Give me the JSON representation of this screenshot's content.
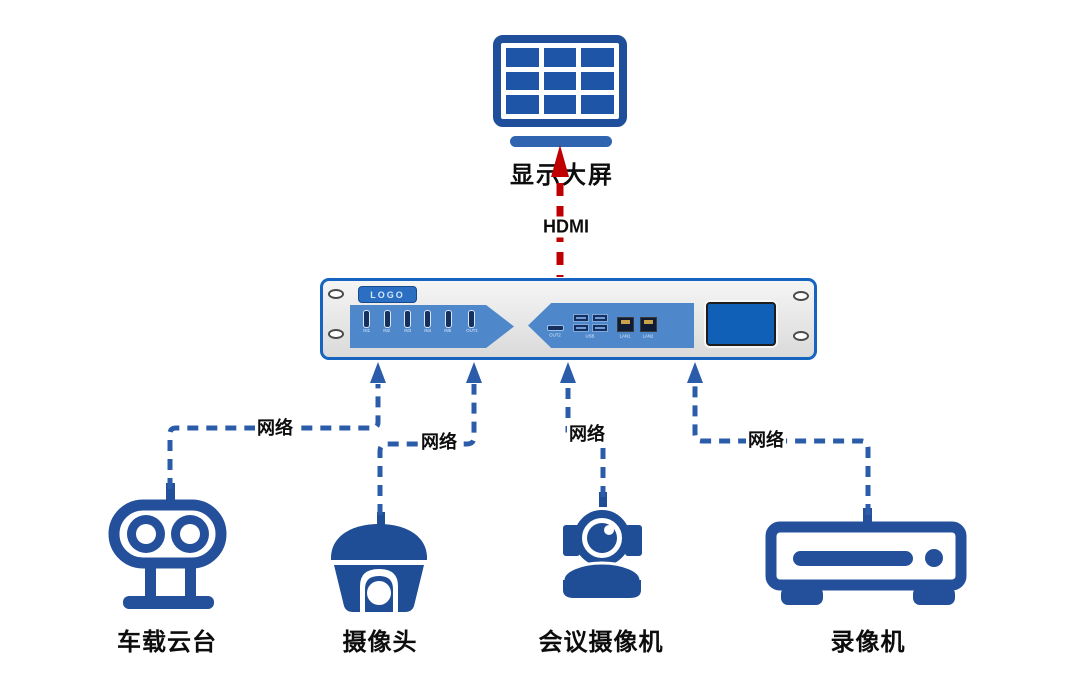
{
  "display": {
    "label": "显示大屏"
  },
  "hdmi": {
    "label": "HDMI"
  },
  "network": {
    "labels": [
      "网络",
      "网络",
      "网络",
      "网络"
    ]
  },
  "rack": {
    "logo": "LOGO",
    "input_ports": [
      "IN1",
      "IN2",
      "IN3",
      "IN4",
      "IN5",
      "OUT1"
    ],
    "io": {
      "slim": "OUT2",
      "usb": "USB",
      "lan1": "LAN1",
      "lan2": "LAN2"
    }
  },
  "devices": [
    {
      "label": "车载云台"
    },
    {
      "label": "摄像头"
    },
    {
      "label": "会议摄像机"
    },
    {
      "label": "录像机"
    }
  ],
  "colors": {
    "icon_blue": "#24509b",
    "panel_blue": "#4e88cb",
    "line_blue": "#2b5ca9",
    "hdmi_red": "#c00000",
    "rack_border": "#1565c0",
    "screen_blue": "#1160b8"
  }
}
